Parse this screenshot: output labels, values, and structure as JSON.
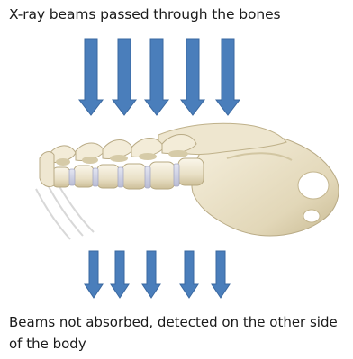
{
  "captions": {
    "top": "X-ray beams passed through the bones",
    "bottom": "Beams not absorbed, detected on the other side of the body"
  },
  "colors": {
    "arrow_fill": "#4a7ebb",
    "arrow_stroke": "#3a68a0",
    "bone_light": "#f1ead8",
    "bone_shadow": "#c9bc98",
    "text": "#1a1a1a"
  },
  "icons": {
    "incoming_arrows": "down-arrow-icon",
    "outgoing_arrows": "down-arrow-icon",
    "bones": "spine-pelvis-illustration"
  }
}
